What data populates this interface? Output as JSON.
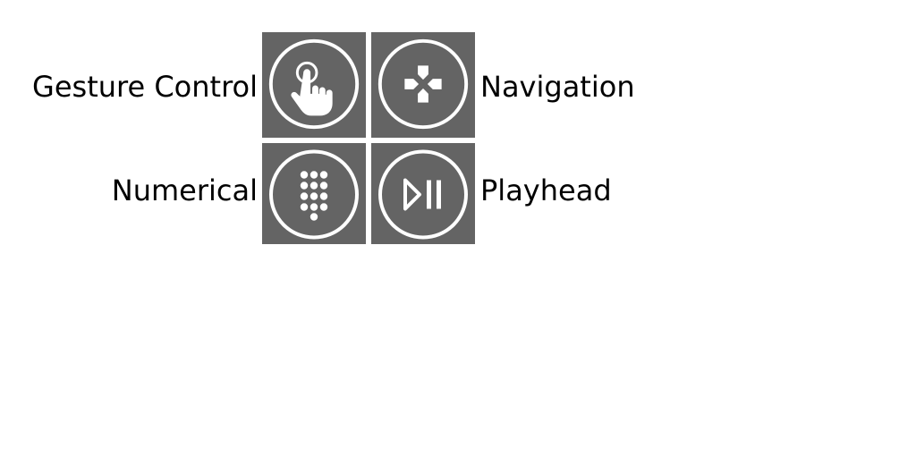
{
  "colors": {
    "tile_background": "#646464",
    "icon_foreground": "#ffffff",
    "label_text": "#000000"
  },
  "tiles": {
    "gesture": {
      "label": "Gesture Control",
      "icon": "touch-hand-icon"
    },
    "navigation": {
      "label": "Navigation",
      "icon": "dpad-icon"
    },
    "numerical": {
      "label": "Numerical",
      "icon": "dialpad-icon"
    },
    "playhead": {
      "label": "Playhead",
      "icon": "play-pause-icon"
    }
  }
}
